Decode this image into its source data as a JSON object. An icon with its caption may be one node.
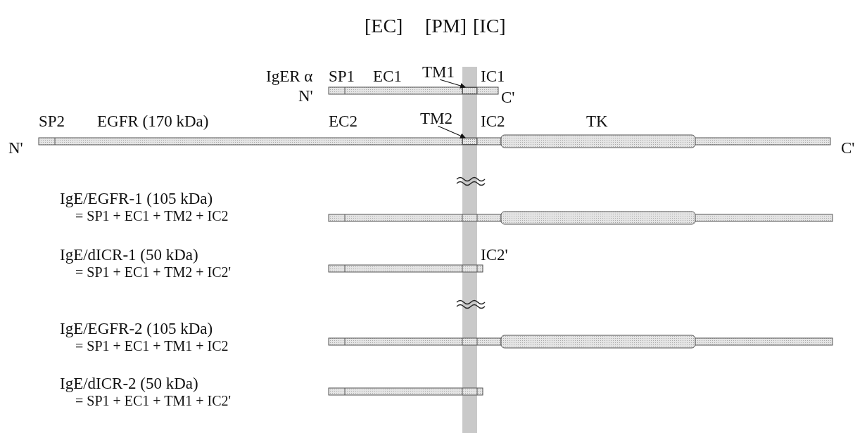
{
  "diagram": {
    "nodes": [
      {
        "text": [
          "TM1"
        ]
      },
      {
        "text": [],
        "shape": "bar"
      },
      {
        "text": [
          "TM2"
        ]
      },
      {
        "text": [],
        "shape": "bar"
      }
    ],
    "edges": [
      {
        "from": 0,
        "to": 1,
        "arrow": "to"
      },
      {
        "from": 2,
        "to": 3,
        "arrow": "to"
      }
    ],
    "labels": [
      "[EC]",
      "[PM]",
      "[IC]",
      "IgER α",
      "SP1",
      "EC1",
      "IC1",
      "N'",
      "C'",
      "SP2",
      "EGFR (170 kDa)",
      "EC2",
      "IC2",
      "TK",
      "N'",
      "C'",
      "IgE/EGFR-1 (105 kDa)",
      "= SP1 + EC1 + TM2 + IC2",
      "IgE/dICR-1 (50 kDa)",
      "IC2'",
      "= SP1 + EC1 + TM2 + IC2'",
      "IgE/EGFR-2 (105 kDa)",
      "= SP1 + EC1 + TM1 + IC2",
      "IgE/dICR-2 (50 kDa)",
      "= SP1 + EC1 + TM1 + IC2'"
    ]
  }
}
